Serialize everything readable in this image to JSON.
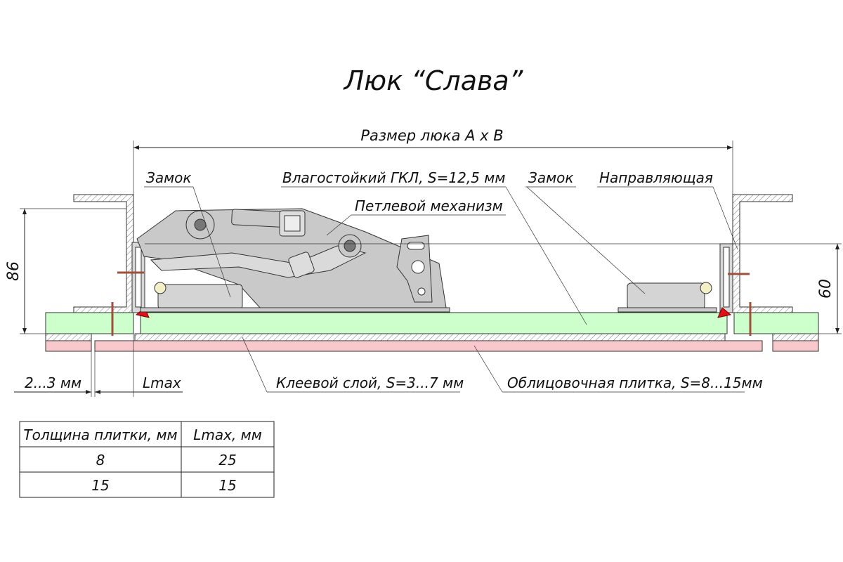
{
  "title": "Люк “Слава”",
  "dimensions": {
    "hatch_size": "Размер люка A x B",
    "height_86": "86",
    "height_60": "60",
    "gap": "2...3 мм",
    "lmax": "Lmax"
  },
  "callouts": {
    "lock_left": "Замок",
    "drywall": "Влагостойкий ГКЛ, S=12,5 мм",
    "hinge": "Петлевой механизм",
    "lock_right": "Замок",
    "guide": "Направляющая",
    "adhesive": "Клеевой слой, S=3...7 мм",
    "tile": "Облицовочная плитка, S=8...15мм"
  },
  "table": {
    "headers": [
      "Толщина плитки, мм",
      "Lmax, мм"
    ],
    "rows": [
      [
        "8",
        "25"
      ],
      [
        "15",
        "15"
      ]
    ]
  },
  "colors": {
    "drywall": "#ccffcc",
    "tile": "#f8c8cc",
    "mechanism": "#c9c9c9",
    "seal": "#e0101a",
    "screw": "#a0503a"
  }
}
